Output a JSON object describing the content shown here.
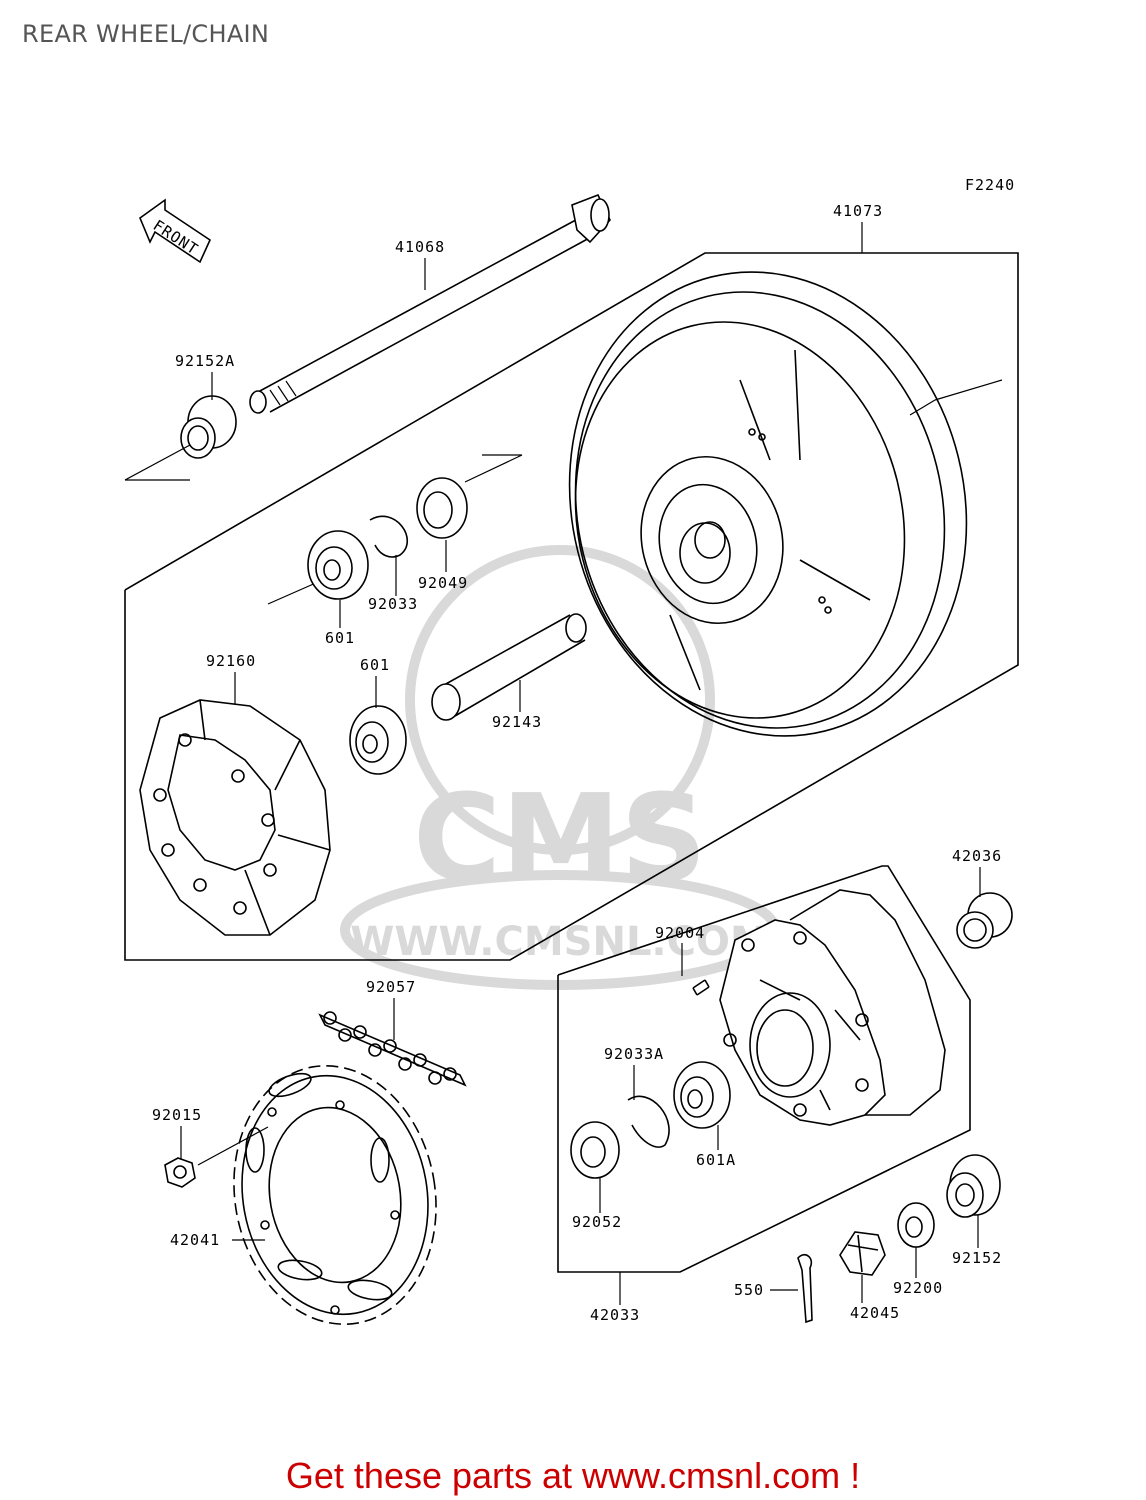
{
  "header": {
    "title": "REAR WHEEL/CHAIN"
  },
  "figure_code": "F2240",
  "front_arrow_label": "FRONT",
  "watermark": {
    "text": "CMS",
    "url": "WWW.CMSNL.COM"
  },
  "parts": {
    "p41073": "41073",
    "p41068": "41068",
    "p92152A": "92152A",
    "p92049": "92049",
    "p92033": "92033",
    "p601a": "601",
    "p601b": "601",
    "p92160": "92160",
    "p92143": "92143",
    "p42036": "42036",
    "p92004": "92004",
    "p92057": "92057",
    "p92033A": "92033A",
    "p601A": "601A",
    "p92015": "92015",
    "p92052": "92052",
    "p42041": "42041",
    "p92152": "92152",
    "p92200": "92200",
    "p550": "550",
    "p42045": "42045",
    "p42033": "42033"
  },
  "footer": {
    "text": "Get these parts at www.cmsnl.com !"
  },
  "colors": {
    "footer": "#cc0000",
    "title": "#555555",
    "watermark": "#d9d9d9"
  }
}
